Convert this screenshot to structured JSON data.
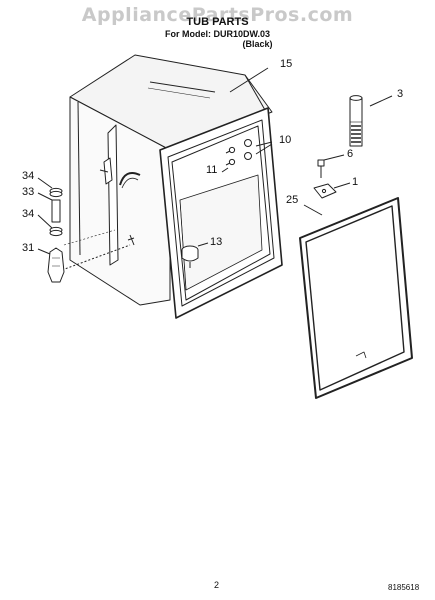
{
  "watermark": "AppliancePartsPros.com",
  "header": {
    "title": "TUB PARTS",
    "model_line": "For Model: DUR10DW.03",
    "color_line": "(Black)"
  },
  "callouts": [
    "15",
    "3",
    "10",
    "6",
    "11",
    "1",
    "34",
    "33",
    "34",
    "25",
    "13",
    "31"
  ],
  "footer": {
    "page_number": "2",
    "doc_number": "8185618"
  }
}
